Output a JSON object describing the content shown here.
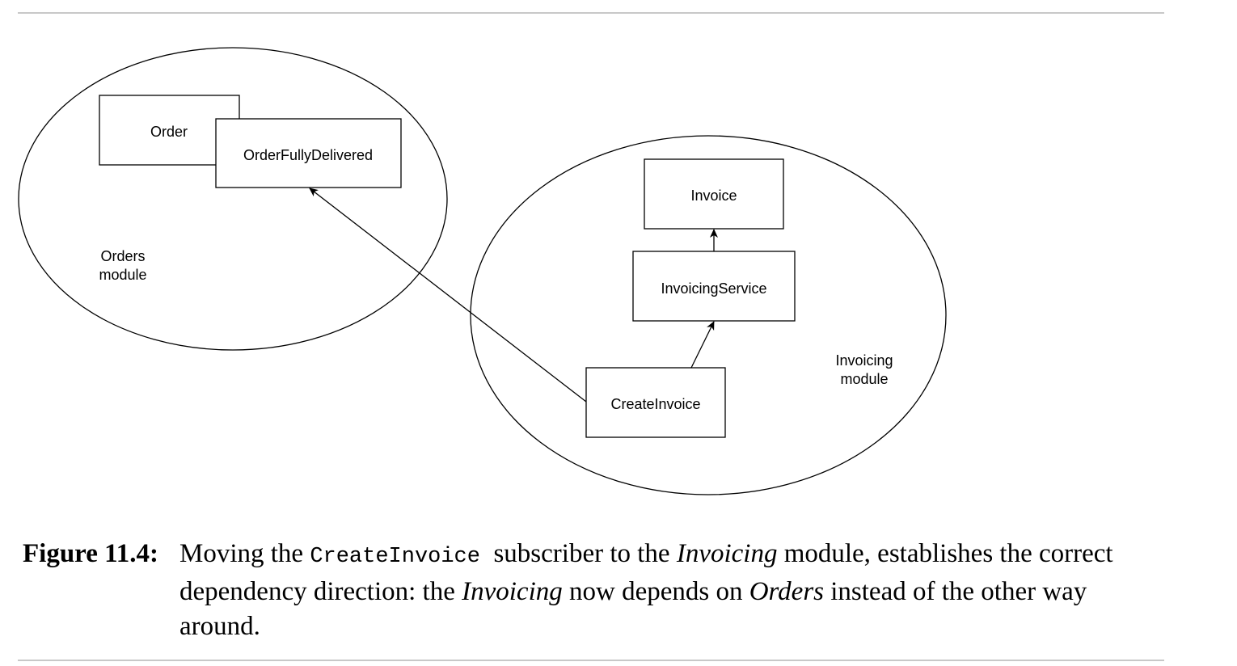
{
  "diagram": {
    "orders_module": {
      "label_line1": "Orders",
      "label_line2": "module",
      "boxes": {
        "order": "Order",
        "order_fully_delivered": "OrderFullyDelivered"
      }
    },
    "invoicing_module": {
      "label_line1": "Invoicing",
      "label_line2": "module",
      "boxes": {
        "invoice": "Invoice",
        "invoicing_service": "InvoicingService",
        "create_invoice": "CreateInvoice"
      }
    },
    "dependencies": [
      {
        "from": "CreateInvoice",
        "to": "OrderFullyDelivered"
      },
      {
        "from": "CreateInvoice",
        "to": "InvoicingService"
      },
      {
        "from": "InvoicingService",
        "to": "Invoice"
      }
    ]
  },
  "caption": {
    "label": "Figure 11.4:",
    "part1": "Moving the ",
    "code": "CreateInvoice",
    "part2": "  subscriber to the ",
    "em1": "Invoicing",
    "part3": " module, establishes the correct dependency direction: the ",
    "em2": "Invoicing",
    "part4": " now depends on ",
    "em3": "Orders",
    "part5": " instead of the other way around."
  }
}
